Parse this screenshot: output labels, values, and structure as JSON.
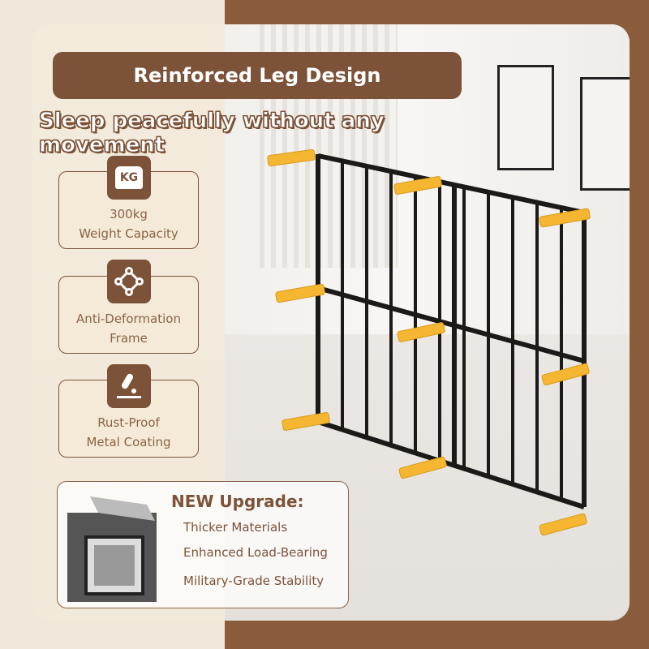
{
  "header": {
    "title": "Reinforced Leg Design",
    "subtitle": "Sleep peacefully without any movement"
  },
  "features": [
    {
      "icon": "weight-kg-icon",
      "icon_text": "KG",
      "line1": "300kg",
      "line2": "Weight Capacity"
    },
    {
      "icon": "frame-nodes-icon",
      "line1": "Anti-Deformation",
      "line2": "Frame"
    },
    {
      "icon": "rust-proof-icon",
      "line1": "Rust-Proof",
      "line2": "Metal Coating"
    }
  ],
  "upgrade": {
    "title": "NEW Upgrade:",
    "items": [
      "Thicker Materials",
      "Enhanced Load-Bearing",
      "Military-Grade Stability"
    ]
  },
  "colors": {
    "brand": "#7c5238",
    "pad": "#f5b731",
    "frame": "#1c1a18"
  }
}
